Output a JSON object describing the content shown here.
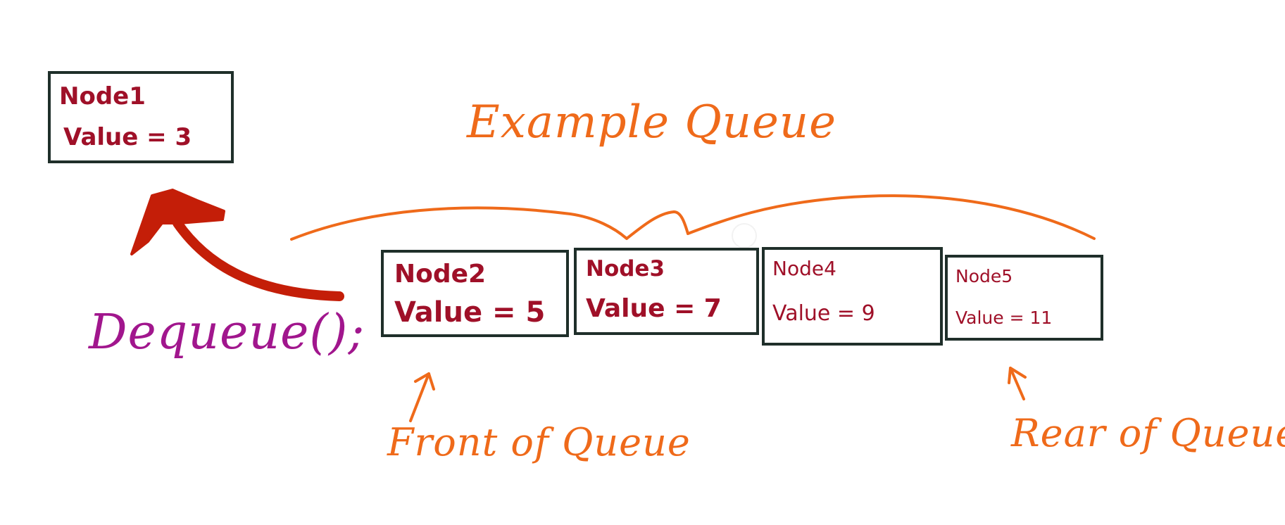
{
  "title": "Example Queue",
  "operation": "Dequeue();",
  "labels": {
    "front": "Front of Queue",
    "rear": "Rear of Queue"
  },
  "nodes": [
    {
      "name": "Node1",
      "value_label": "Value = 3"
    },
    {
      "name": "Node2",
      "value_label": "Value = 5"
    },
    {
      "name": "Node3",
      "value_label": "Value = 7"
    },
    {
      "name": "Node4",
      "value_label": "Value = 9"
    },
    {
      "name": "Node5",
      "value_label": "Value = 11"
    }
  ],
  "colors": {
    "box_border": "#1f2f2a",
    "node_text": "#9f1028",
    "orange": "#ef6a1a",
    "purple": "#a1168d",
    "red_arrow": "#c41e08"
  }
}
